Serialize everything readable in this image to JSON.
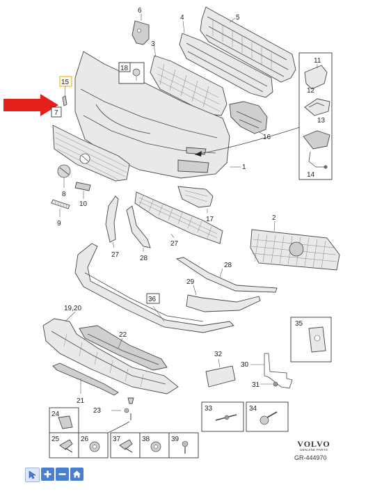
{
  "diagram": {
    "callouts": {
      "c1": "1",
      "c2": "2",
      "c3": "3",
      "c4": "4",
      "c5": "5",
      "c6": "6",
      "c7": "7",
      "c8": "8",
      "c9": "9",
      "c10": "10",
      "c11": "11",
      "c12": "12",
      "c13": "13",
      "c14": "14",
      "c15": "15",
      "c16": "16",
      "c17": "17",
      "c18": "18",
      "c1920": "19,20",
      "c21": "21",
      "c22": "22",
      "c23": "23",
      "c24": "24",
      "c25": "25",
      "c26": "26",
      "c27a": "27",
      "c27b": "27",
      "c28a": "28",
      "c28b": "28",
      "c29": "29",
      "c30": "30",
      "c31": "31",
      "c32": "32",
      "c33": "33",
      "c34": "34",
      "c35": "35",
      "c36": "36",
      "c37": "37",
      "c38": "38",
      "c39": "39"
    },
    "highlight_color": "#f2b705",
    "arrow_color": "#e3201b"
  },
  "brand": {
    "logo": "VOLVO",
    "subtitle": "GENUINE PARTS",
    "reference": "GR-444970"
  },
  "toolbar": {
    "items": [
      {
        "icon": "cursor-icon",
        "color": "#4a7fd0"
      },
      {
        "icon": "zoom-in-icon",
        "color": "#4a7fd0"
      },
      {
        "icon": "zoom-out-icon",
        "color": "#4a7fd0"
      },
      {
        "icon": "home-icon",
        "color": "#4a7fd0"
      }
    ]
  }
}
